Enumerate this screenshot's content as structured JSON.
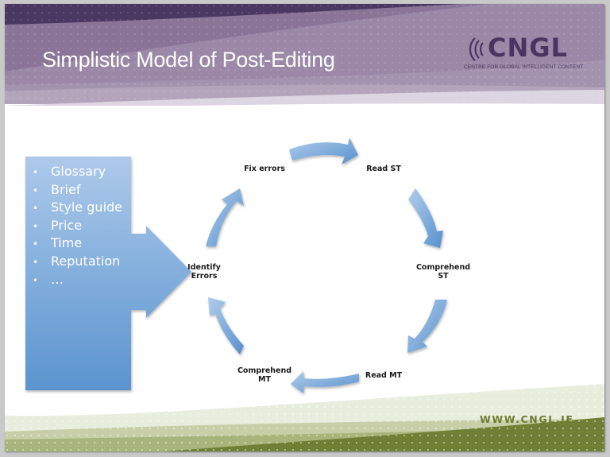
{
  "slide": {
    "title": "Simplistic Model of Post-Editing",
    "logo": {
      "wordmark": "CNGL",
      "tagline": "CENTRE FOR GLOBAL INTELLIGENT CONTENT",
      "icon": "sound-waves-icon"
    },
    "factors_box": {
      "items": [
        "Glossary",
        "Brief",
        "Style guide",
        "Price",
        "Time",
        "Reputation",
        "…"
      ],
      "bullet": "•"
    },
    "cycle": {
      "nodes": [
        {
          "id": "fix_errors",
          "label": "Fix errors"
        },
        {
          "id": "read_st",
          "label": "Read ST"
        },
        {
          "id": "comprehend_st",
          "label": "Comprehend\nST",
          "line1": "Comprehend",
          "line2": "ST"
        },
        {
          "id": "read_mt",
          "label": "Read MT"
        },
        {
          "id": "comprehend_mt",
          "label": "Comprehend\nMT",
          "line1": "Comprehend",
          "line2": "MT"
        },
        {
          "id": "identify_errors",
          "label": "Identify\nErrors",
          "line1": "Identify",
          "line2": "Errors"
        }
      ],
      "direction": "clockwise"
    },
    "footer": {
      "website": "WWW.CNGL.IE"
    },
    "colors": {
      "header_dark": "#4a3760",
      "header_mid": "#8e7a9c",
      "header_light": "#a796b1",
      "arrow_blue_light": "#a9c7e8",
      "arrow_blue_dark": "#5b95d0",
      "footer_green_dark": "#6e7f35",
      "footer_green_light": "#e9edde",
      "website_text": "#6b7c30"
    }
  }
}
